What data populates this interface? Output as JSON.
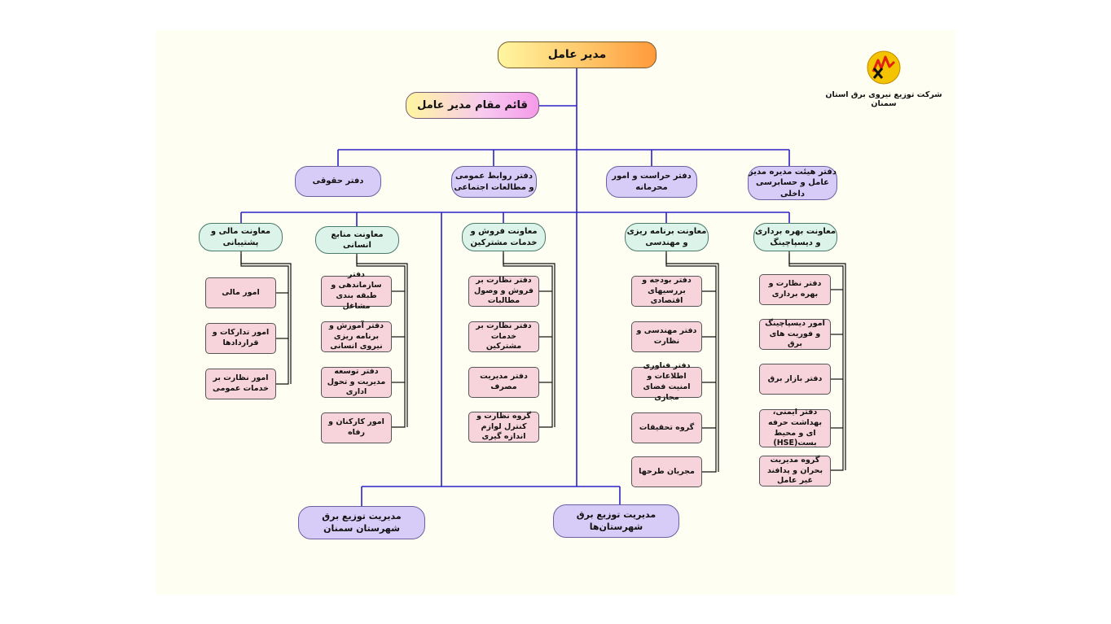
{
  "company": {
    "name": "شرکت توزیع نیروی برق استان سمنان",
    "logo_icon": "power-distribution-logo-icon"
  },
  "ceo": {
    "label": "مدیر عامل"
  },
  "deputy": {
    "label": "قائم مقام مدیر عامل"
  },
  "offices": [
    {
      "label": "دفتر هیئت مدیره مدیر عامل و حسابرسی داخلی"
    },
    {
      "label": "دفتر حراست و امور محرمانه"
    },
    {
      "label": "دفتر روابط عمومی و مطالعات اجتماعی"
    },
    {
      "label": "دفتر حقوقی"
    }
  ],
  "vice_presidencies": [
    {
      "label": "معاونت بهره برداری و دیسپاچینگ",
      "units": [
        {
          "label": "دفتر نظارت و بهره برداری"
        },
        {
          "label": "امور دیسپاچینگ و فوریت های برق"
        },
        {
          "label": "دفتر بازار برق"
        },
        {
          "label": "دفتر ایمنی، بهداشت حرفه ای و محیط بست(HSE)"
        },
        {
          "label": "گروه مدیریت بحران و پدافند غیر عامل"
        }
      ]
    },
    {
      "label": "معاونت برنامه ریزی و مهندسی",
      "units": [
        {
          "label": "دفتر بودجه و بررسیهای اقتصادی"
        },
        {
          "label": "دفتر مهندسی و نظارت"
        },
        {
          "label": "دفتر فناوری اطلاعات و امنیت فضای مجازی"
        },
        {
          "label": "گروه تحقیقات"
        },
        {
          "label": "مجریان طرحها"
        }
      ]
    },
    {
      "label": "معاونت فروش و خدمات مشترکین",
      "units": [
        {
          "label": "دفتر نظارت بر فروش و وصول مطالبات"
        },
        {
          "label": "دفتر نظارت بر خدمات مشترکین"
        },
        {
          "label": "دفتر مدیریت مصرف"
        },
        {
          "label": "گروه نظارت و کنترل لوازم اندازه گیری"
        }
      ]
    },
    {
      "label": "معاونت منابع انسانی",
      "units": [
        {
          "label": "دفتر سازماندهی و طبقه بندی مشاغل"
        },
        {
          "label": "دفتر آموزش و برنامه ریزی نیروی انسانی"
        },
        {
          "label": "دفتر توسعه مدیریت و تحول اداری"
        },
        {
          "label": "امور کارکنان و رفاه"
        }
      ]
    },
    {
      "label": "معاونت مالی و پشتیبانی",
      "units": [
        {
          "label": "امور مالی"
        },
        {
          "label": "امور تدارکات و قراردادها"
        },
        {
          "label": "امور نظارت بر خدمات عمومی"
        }
      ]
    }
  ],
  "distribution": [
    {
      "label": "مدیریت توزیع برق شهرستان‌ها"
    },
    {
      "label": "مدیریت توزیع برق شهرستان سمنان"
    }
  ],
  "colors": {
    "connector": "#2b22c8",
    "unit_connector": "#111111",
    "canvas": "#fefef2",
    "office_fill": "#d7ccf7",
    "vp_fill": "#dcf3ea",
    "unit_fill": "#f7d3dc"
  }
}
